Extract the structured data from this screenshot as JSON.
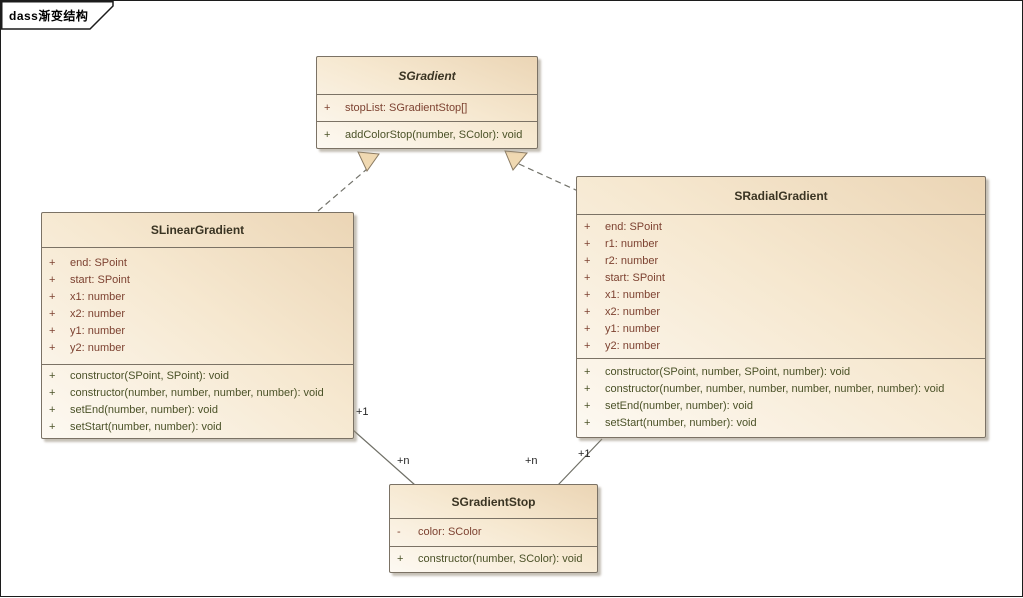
{
  "frame": {
    "label": "dass渐变结构"
  },
  "colors": {
    "box_border": "#7b7265",
    "box_fill_light": "#fdf9f2",
    "box_fill_dark": "#ebd5b5",
    "attribute_text": "#7d4231",
    "operation_text": "#4b5228",
    "title_text": "#3a3423",
    "connector_line": "#72726a",
    "arrowhead_fill": "#f0d9b2"
  },
  "classes": {
    "sgradient": {
      "name": "SGradient",
      "abstract": true,
      "attributes": [
        {
          "vis": "+",
          "text": "stopList: SGradientStop[]"
        }
      ],
      "operations": [
        {
          "vis": "+",
          "text": "addColorStop(number, SColor): void"
        }
      ]
    },
    "slineargradient": {
      "name": "SLinearGradient",
      "abstract": false,
      "attributes": [
        {
          "vis": "+",
          "text": "end: SPoint"
        },
        {
          "vis": "+",
          "text": "start: SPoint"
        },
        {
          "vis": "+",
          "text": "x1: number"
        },
        {
          "vis": "+",
          "text": "x2: number"
        },
        {
          "vis": "+",
          "text": "y1: number"
        },
        {
          "vis": "+",
          "text": "y2: number"
        }
      ],
      "operations": [
        {
          "vis": "+",
          "text": "constructor(SPoint, SPoint): void"
        },
        {
          "vis": "+",
          "text": "constructor(number, number, number, number): void"
        },
        {
          "vis": "+",
          "text": "setEnd(number, number): void"
        },
        {
          "vis": "+",
          "text": "setStart(number, number): void"
        }
      ]
    },
    "sradialgradient": {
      "name": "SRadialGradient",
      "abstract": false,
      "attributes": [
        {
          "vis": "+",
          "text": "end: SPoint"
        },
        {
          "vis": "+",
          "text": "r1: number"
        },
        {
          "vis": "+",
          "text": "r2: number"
        },
        {
          "vis": "+",
          "text": "start: SPoint"
        },
        {
          "vis": "+",
          "text": "x1: number"
        },
        {
          "vis": "+",
          "text": "x2: number"
        },
        {
          "vis": "+",
          "text": "y1: number"
        },
        {
          "vis": "+",
          "text": "y2: number"
        }
      ],
      "operations": [
        {
          "vis": "+",
          "text": "constructor(SPoint, number, SPoint, number): void"
        },
        {
          "vis": "+",
          "text": "constructor(number, number, number, number, number, number): void"
        },
        {
          "vis": "+",
          "text": "setEnd(number, number): void"
        },
        {
          "vis": "+",
          "text": "setStart(number, number): void"
        }
      ]
    },
    "sgradientstop": {
      "name": "SGradientStop",
      "abstract": false,
      "attributes": [
        {
          "vis": "-",
          "text": "color: SColor"
        }
      ],
      "operations": [
        {
          "vis": "+",
          "text": "constructor(number, SColor): void"
        }
      ]
    }
  },
  "connectors": {
    "linear_to_stop": {
      "source_label": "+1",
      "target_label": "+n"
    },
    "radial_to_stop": {
      "source_label": "+1",
      "target_label": "+n"
    }
  }
}
